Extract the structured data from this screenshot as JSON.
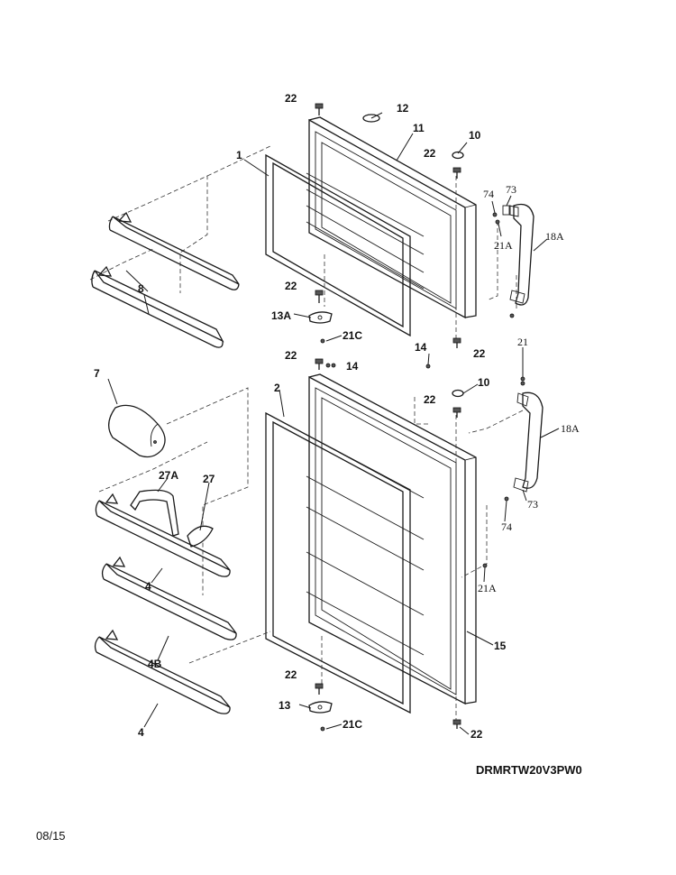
{
  "diagram_code": "DRMRTW20V3PW0",
  "revision_date": "08/15",
  "callouts": [
    "22",
    "12",
    "11",
    "1",
    "22",
    "10",
    "74",
    "73",
    "21A",
    "18A",
    "8",
    "22",
    "13A",
    "21C",
    "14",
    "22",
    "21",
    "22",
    "14",
    "7",
    "2",
    "10",
    "22",
    "18A",
    "27A",
    "27",
    "73",
    "74",
    "4",
    "21A",
    "4B",
    "15",
    "22",
    "13",
    "21C",
    "4",
    "22"
  ]
}
